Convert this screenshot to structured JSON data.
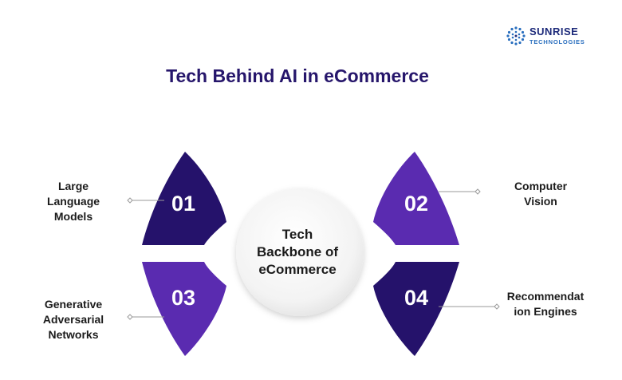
{
  "title": "Tech Behind AI in eCommerce",
  "logo": {
    "name": "SUNRISE",
    "subtitle": "TECHNOLOGIES"
  },
  "center": {
    "lines": [
      "Tech",
      "Backbone of",
      "eCommerce"
    ]
  },
  "items": [
    {
      "number": "01",
      "lines": [
        "Large",
        "Language",
        "Models"
      ],
      "color": "#25126b"
    },
    {
      "number": "02",
      "lines": [
        "Computer",
        "Vision"
      ],
      "color": "#5a2bb0"
    },
    {
      "number": "03",
      "lines": [
        "Generative",
        "Adversarial",
        "Networks"
      ],
      "color": "#5a2bb0"
    },
    {
      "number": "04",
      "lines": [
        "Recommendat",
        "ion Engines"
      ],
      "color": "#25126b"
    }
  ],
  "colors": {
    "title": "#26166b",
    "connector": "#9a9a9a",
    "center_fill": "#f1f1f1"
  }
}
